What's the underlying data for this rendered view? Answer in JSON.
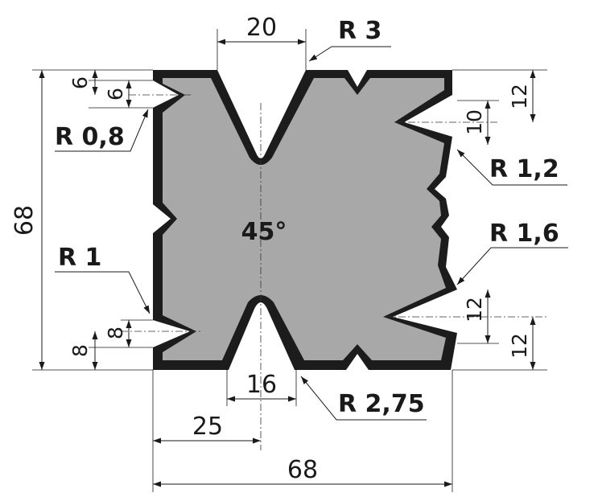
{
  "dimensions": {
    "top_opening": "20",
    "overall_height": "68",
    "top_left_offset_a": "6",
    "top_left_offset_b": "6",
    "right_top_offset": "12",
    "right_groove_offset": "10",
    "right_lower_offset_a": "12",
    "right_lower_offset_b": "12",
    "left_lower_offset_a": "8",
    "left_lower_offset_b": "8",
    "bottom_opening": "16",
    "center_offset": "25",
    "overall_width": "68"
  },
  "radii": {
    "r_top_right": "R 3",
    "r_left_top": "R 0,8",
    "r_right_upper": "R 1,2",
    "r_left_lower": "R 1",
    "r_right_lower": "R 1,6",
    "r_bottom": "R 2,75"
  },
  "angle": "45°",
  "colors": {
    "body_fill": "#a8a8a8",
    "outline": "#1c1c1c"
  }
}
